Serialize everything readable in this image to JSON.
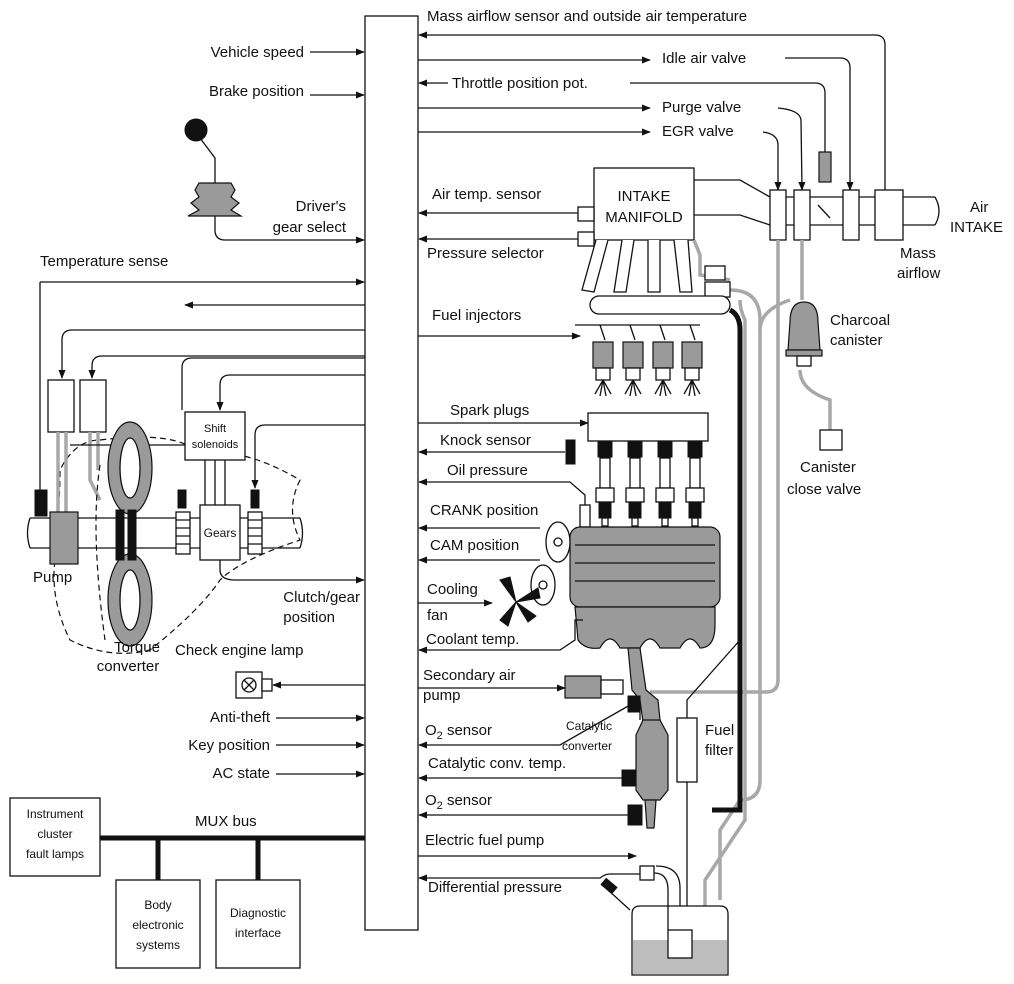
{
  "colors": {
    "line": "#111111",
    "pipe_gray": "#a8a8a8",
    "fill_gray": "#9a9a9a",
    "background": "#ffffff"
  },
  "inputs_left": {
    "vehicle_speed": "Vehicle speed",
    "brake_position": "Brake position",
    "drivers_gear_select_1": "Driver's",
    "drivers_gear_select_2": "gear select",
    "temperature_sense": "Temperature sense",
    "clutch_gear_1": "Clutch/gear",
    "clutch_gear_2": "position",
    "check_engine_lamp": "Check engine lamp",
    "anti_theft": "Anti-theft",
    "key_position": "Key position",
    "ac_state": "AC state"
  },
  "transmission": {
    "shift_solenoids_1": "Shift",
    "shift_solenoids_2": "solenoids",
    "gears": "Gears",
    "pump": "Pump",
    "torque_converter_1": "Torque",
    "torque_converter_2": "converter"
  },
  "bus": {
    "mux_bus": "MUX bus",
    "instrument_cluster_1": "Instrument",
    "instrument_cluster_2": "cluster",
    "instrument_cluster_3": "fault lamps",
    "body_electronic_1": "Body",
    "body_electronic_2": "electronic",
    "body_electronic_3": "systems",
    "diagnostic_1": "Diagnostic",
    "diagnostic_2": "interface"
  },
  "signals_right": {
    "mass_airflow_sensor": "Mass airflow sensor and outside air temperature",
    "idle_air_valve": "Idle air valve",
    "throttle_position": "Throttle position pot.",
    "purge_valve": "Purge valve",
    "egr_valve": "EGR valve",
    "air_temp_sensor": "Air temp. sensor",
    "pressure_selector": "Pressure selector",
    "fuel_injectors": "Fuel injectors",
    "spark_plugs": "Spark plugs",
    "knock_sensor": "Knock sensor",
    "oil_pressure": "Oil pressure",
    "crank_position": "CRANK position",
    "cam_position": "CAM position",
    "cooling_fan_1": "Cooling",
    "cooling_fan_2": "fan",
    "coolant_temp": "Coolant temp.",
    "secondary_air_pump_1": "Secondary air",
    "secondary_air_pump_2": "pump",
    "o2_sensor_1_prefix": "O",
    "o2_sensor_1_sub": "2",
    "o2_sensor_1_suffix": " sensor",
    "catalytic_conv_temp": "Catalytic conv. temp.",
    "o2_sensor_2_prefix": "O",
    "o2_sensor_2_sub": "2",
    "o2_sensor_2_suffix": " sensor",
    "electric_fuel_pump": "Electric fuel pump",
    "differential_pressure": "Differential pressure"
  },
  "engine": {
    "intake_manifold_1": "INTAKE",
    "intake_manifold_2": "MANIFOLD",
    "air_intake_1": "Air",
    "air_intake_2": "INTAKE",
    "mass_airflow_1": "Mass",
    "mass_airflow_2": "airflow",
    "charcoal_canister_1": "Charcoal",
    "charcoal_canister_2": "canister",
    "canister_close_valve_1": "Canister",
    "canister_close_valve_2": "close valve",
    "catalytic_converter_1": "Catalytic",
    "catalytic_converter_2": "converter",
    "fuel_filter_1": "Fuel",
    "fuel_filter_2": "filter"
  }
}
